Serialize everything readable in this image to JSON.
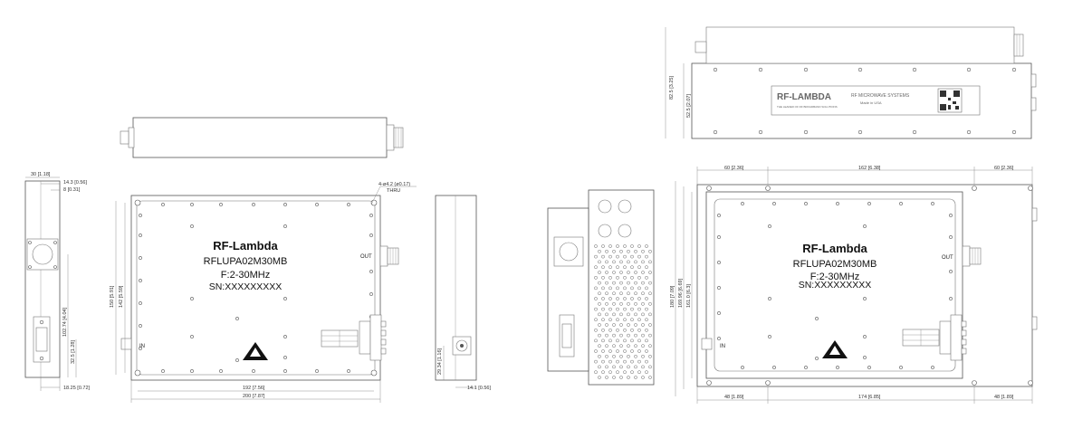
{
  "brand": {
    "name": "RF-Lambda",
    "model": "RFLUPA02M30MB",
    "frequency": "F:2-30MHz",
    "serial": "SN:XXXXXXXXX"
  },
  "ports": {
    "input": "IN",
    "output": "OUT"
  },
  "hole_note": {
    "spec": "4-ø4.2 (ø0.17)",
    "thru": "THRU"
  },
  "side_view_dims": {
    "overall_depth": "30 [1.18]",
    "offset_a": "14.3 [0.56]",
    "offset_b": "8 [0.31]",
    "connector_height": "102.74 [4.04]",
    "dsub_height": "32.5 [1.28]",
    "bottom_width": "18.25 [0.72]"
  },
  "front_view_dims": {
    "outer_height": "150 [5.91]",
    "inner_height": "142 [5.59]",
    "inner_width": "192 [7.56]",
    "outer_width": "200 [7.87]"
  },
  "right_side_dims": {
    "connector_height": "29.34 [1.16]",
    "connector_offset": "14.1 [0.56]"
  },
  "top_right_view": {
    "overall_height": "82.5 [3.25]",
    "body_height": "52.5 [2.07]",
    "label_brand": "RF-LAMBDA",
    "label_tagline": "THE LEADER OF RF BROADBAND SOLUTIONS",
    "label_company": "RF MICROWAVE SYSTEMS",
    "label_address": "Made in USA"
  },
  "heatsink_view_dims": {
    "top_left": "60 [2.36]",
    "top_center": "162 [6.38]",
    "top_right": "60 [2.36]",
    "height_outer": "180 [7.09]",
    "height_mid": "169.96 [6.69]",
    "height_inner": "161.0 [6.3]",
    "bottom_left": "48 [1.89]",
    "bottom_center": "174 [6.85]",
    "bottom_right": "48 [1.89]"
  }
}
